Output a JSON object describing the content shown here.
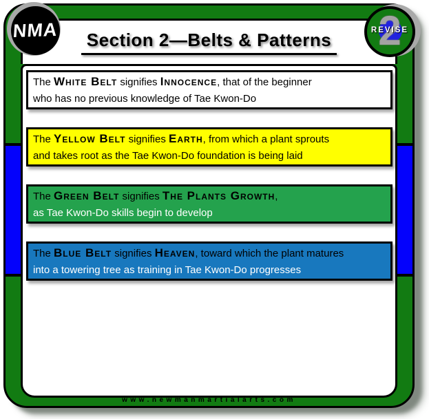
{
  "logo": {
    "text": "NMA"
  },
  "badge": {
    "label": "REVISE",
    "number": "2"
  },
  "header": {
    "title": "Section 2—Belts & Patterns"
  },
  "belts": [
    {
      "id": "white",
      "bg": "#ffffff",
      "line1_prefix": "The ",
      "name": "White Belt",
      "mid": " signifies ",
      "keyword": "Innocence",
      "line1_rest": ", that of the beginner",
      "line2": "who has no previous knowledge of Tae Kwon-Do",
      "line2_color": "#000000"
    },
    {
      "id": "yellow",
      "bg": "#ffff00",
      "line1_prefix": "The ",
      "name": "Yellow Belt",
      "mid": " signifies ",
      "keyword": "Earth",
      "line1_rest": ", from which a plant sprouts",
      "line2": "and takes root as the Tae Kwon-Do foundation is being laid",
      "line2_color": "#000000"
    },
    {
      "id": "green",
      "bg": "#24a24d",
      "line1_prefix": "The ",
      "name": "Green Belt",
      "mid": " signifies ",
      "keyword": "The Plants Growth",
      "line1_rest": ",",
      "line2": "as Tae Kwon-Do skills begin to develop",
      "line2_color": "#ffffff"
    },
    {
      "id": "blue",
      "bg": "#1878be",
      "line1_prefix": "The ",
      "name": "Blue Belt",
      "mid": " signifies ",
      "keyword": "Heaven",
      "line1_rest": ", toward which the plant matures",
      "line2": "into a towering tree as training in Tae Kwon-Do progresses",
      "line2_color": "#ffffff"
    }
  ],
  "footer": {
    "url": "www.newmanmartialarts.com"
  },
  "colors": {
    "frame_green": "#127b12",
    "stripe_blue": "#0402fc",
    "badge_blue": "#2222e0"
  }
}
